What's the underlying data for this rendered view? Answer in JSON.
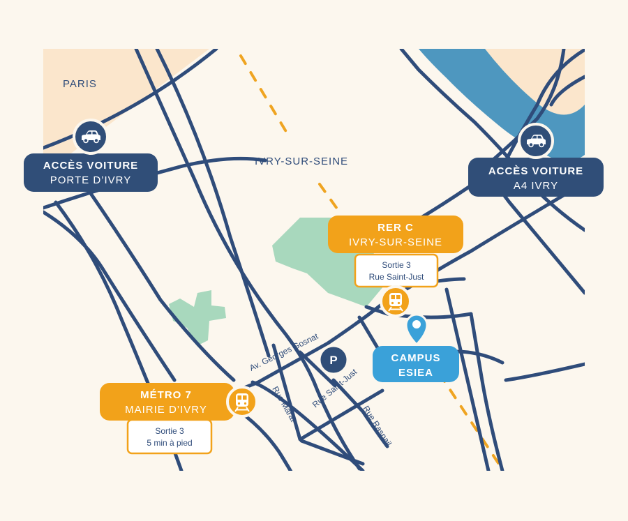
{
  "colors": {
    "background": "#fcf7ee",
    "paris_zone": "#fbe6cc",
    "river": "#4e97bf",
    "park": "#a8d8bd",
    "road": "#2f4c7a",
    "rail_dash": "#efa421",
    "navy_badge": "#304e78",
    "orange_badge": "#f2a21a",
    "campus_blue": "#3aa1d9"
  },
  "areas": {
    "paris": "PARIS",
    "ivry": "IVRY-SUR-SEINE"
  },
  "car_access": [
    {
      "title": "ACCÈS VOITURE",
      "subtitle": "PORTE D’IVRY",
      "icon": "car-icon"
    },
    {
      "title": "ACCÈS VOITURE",
      "subtitle": "A4 IVRY",
      "icon": "car-icon"
    }
  ],
  "rer": {
    "title": "RER C",
    "subtitle": "IVRY-SUR-SEINE",
    "exit_line1": "Sortie 3",
    "exit_line2": "Rue Saint-Just",
    "icon": "train-icon"
  },
  "metro": {
    "title": "MÉTRO 7",
    "subtitle": "MAIRIE D’IVRY",
    "exit_line1": "Sortie 3",
    "exit_line2": "5 min à pied",
    "icon": "train-icon"
  },
  "campus": {
    "line1": "CAMPUS",
    "line2": "ESIEA",
    "icon": "map-pin-icon"
  },
  "parking": {
    "label": "P",
    "icon": "parking-icon"
  },
  "streets": {
    "gosnat": "Av. Georges Gosnat",
    "marat": "Rue Marat",
    "saint_just": "Rue Saint-Just",
    "raspail": "Rue Raspail"
  }
}
